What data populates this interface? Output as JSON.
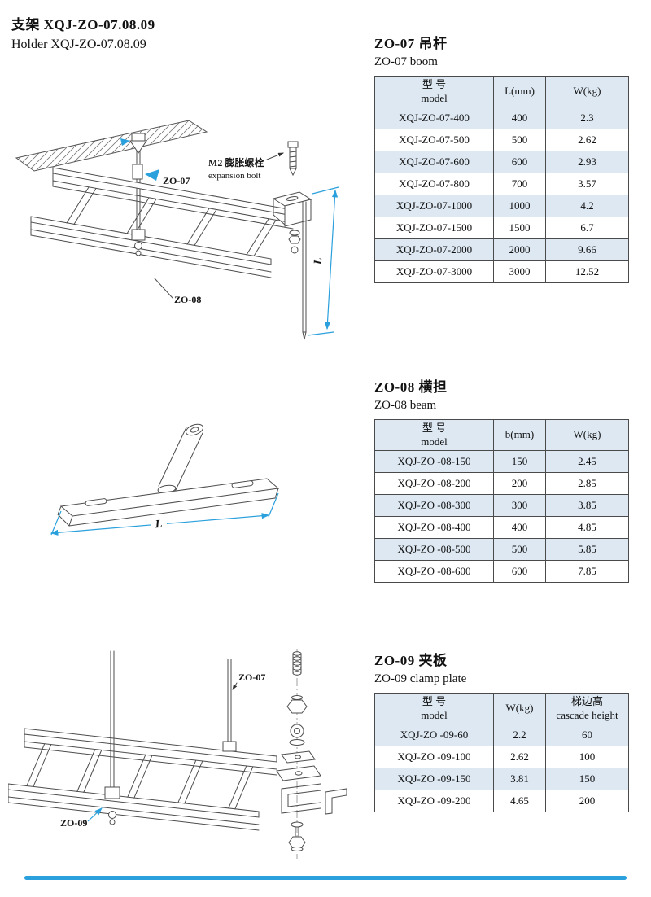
{
  "page": {
    "title_cn": "支架 XQJ-ZO-07.08.09",
    "title_en": "Holder XQJ-ZO-07.08.09"
  },
  "colors": {
    "accent": "#2aa0dc",
    "row_shade": "#dde8f2",
    "line": "#4d4d4d"
  },
  "sections": [
    {
      "title_cn": "ZO-07 吊杆",
      "title_en": "ZO-07 boom",
      "table": {
        "headers": [
          {
            "l1": "型 号",
            "l2": "model"
          },
          {
            "l1": "L(mm)",
            "l2": ""
          },
          {
            "l1": "W(kg)",
            "l2": ""
          }
        ],
        "rows": [
          {
            "c1": "XQJ-ZO-07-400",
            "c2": "400",
            "c3": "2.3"
          },
          {
            "c1": "XQJ-ZO-07-500",
            "c2": "500",
            "c3": "2.62"
          },
          {
            "c1": "XQJ-ZO-07-600",
            "c2": "600",
            "c3": "2.93"
          },
          {
            "c1": "XQJ-ZO-07-800",
            "c2": "700",
            "c3": "3.57"
          },
          {
            "c1": "XQJ-ZO-07-1000",
            "c2": "1000",
            "c3": "4.2"
          },
          {
            "c1": "XQJ-ZO-07-1500",
            "c2": "1500",
            "c3": "6.7"
          },
          {
            "c1": "XQJ-ZO-07-2000",
            "c2": "2000",
            "c3": "9.66"
          },
          {
            "c1": "XQJ-ZO-07-3000",
            "c2": "3000",
            "c3": "12.52"
          }
        ]
      },
      "diagram": {
        "label_zo07": "ZO-07",
        "label_zo08": "ZO-08",
        "label_bolt_cn": "M2 膨胀螺栓",
        "label_bolt_en": "expansion bolt",
        "dim_label": "L"
      }
    },
    {
      "title_cn": "ZO-08 横担",
      "title_en": "ZO-08 beam",
      "table": {
        "headers": [
          {
            "l1": "型 号",
            "l2": "model"
          },
          {
            "l1": "b(mm)",
            "l2": ""
          },
          {
            "l1": "W(kg)",
            "l2": ""
          }
        ],
        "rows": [
          {
            "c1": "XQJ-ZO -08-150",
            "c2": "150",
            "c3": "2.45"
          },
          {
            "c1": "XQJ-ZO -08-200",
            "c2": "200",
            "c3": "2.85"
          },
          {
            "c1": "XQJ-ZO -08-300",
            "c2": "300",
            "c3": "3.85"
          },
          {
            "c1": "XQJ-ZO -08-400",
            "c2": "400",
            "c3": "4.85"
          },
          {
            "c1": "XQJ-ZO -08-500",
            "c2": "500",
            "c3": "5.85"
          },
          {
            "c1": "XQJ-ZO -08-600",
            "c2": "600",
            "c3": "7.85"
          }
        ]
      },
      "diagram": {
        "dim_label": "L"
      }
    },
    {
      "title_cn": "ZO-09 夹板",
      "title_en": "ZO-09 clamp plate",
      "table": {
        "headers": [
          {
            "l1": "型 号",
            "l2": "model"
          },
          {
            "l1": "W(kg)",
            "l2": ""
          },
          {
            "l1": "梯边高",
            "l2": "cascade height"
          }
        ],
        "rows": [
          {
            "c1": "XQJ-ZO -09-60",
            "c2": "2.2",
            "c3": "60"
          },
          {
            "c1": "XQJ-ZO -09-100",
            "c2": "2.62",
            "c3": "100"
          },
          {
            "c1": "XQJ-ZO -09-150",
            "c2": "3.81",
            "c3": "150"
          },
          {
            "c1": "XQJ-ZO -09-200",
            "c2": "4.65",
            "c3": "200"
          }
        ]
      },
      "diagram": {
        "label_zo07": "ZO-07",
        "label_zo09": "ZO-09"
      }
    }
  ]
}
